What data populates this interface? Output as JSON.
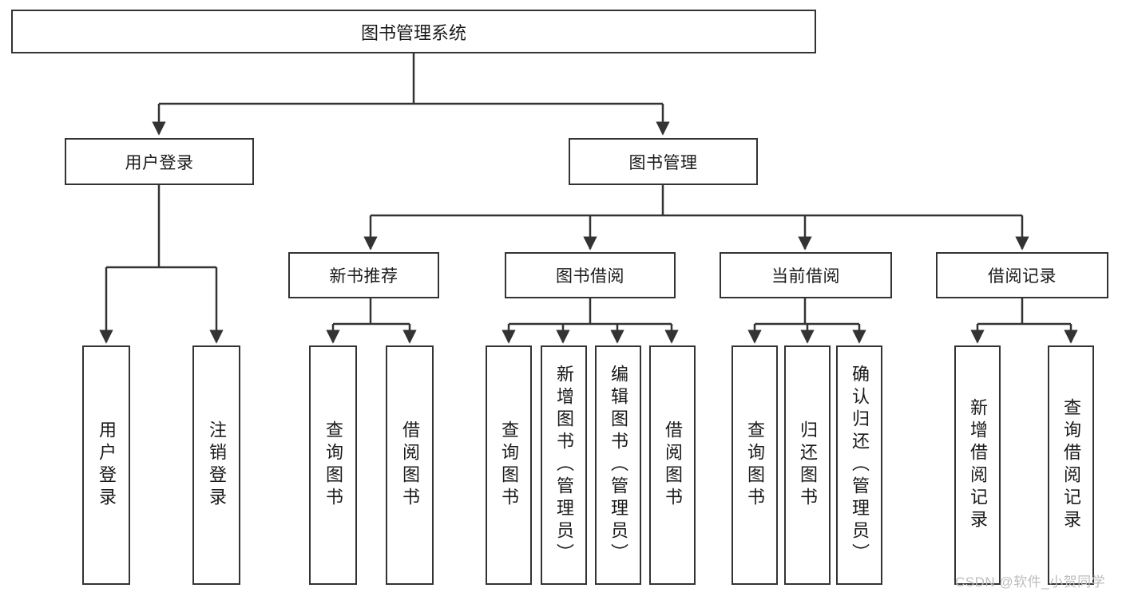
{
  "diagram": {
    "title": "图书管理系统",
    "type": "tree-hierarchy",
    "watermark": "CSDN @软件_小贺同学",
    "colors": {
      "stroke": "#333333",
      "fill": "#ffffff",
      "text": "#1a1a1a",
      "watermark": "#bdbdbd"
    },
    "nodes": {
      "root": {
        "label": "图书管理系统",
        "level": 0
      },
      "l1": [
        {
          "id": "user-login",
          "label": "用户登录"
        },
        {
          "id": "book-manage",
          "label": "图书管理"
        }
      ],
      "l2": [
        {
          "id": "new-book-recommend",
          "label": "新书推荐",
          "parent": "book-manage"
        },
        {
          "id": "book-borrow",
          "label": "图书借阅",
          "parent": "book-manage"
        },
        {
          "id": "current-borrow",
          "label": "当前借阅",
          "parent": "book-manage"
        },
        {
          "id": "borrow-record",
          "label": "借阅记录",
          "parent": "book-manage"
        }
      ],
      "leaves": [
        {
          "id": "leaf-user-login",
          "label": "用户登录",
          "parent": "user-login"
        },
        {
          "id": "leaf-logout",
          "label": "注销登录",
          "parent": "user-login"
        },
        {
          "id": "leaf-query-book-1",
          "label": "查询图书",
          "parent": "new-book-recommend"
        },
        {
          "id": "leaf-borrow-book-1",
          "label": "借阅图书",
          "parent": "new-book-recommend"
        },
        {
          "id": "leaf-query-book-2",
          "label": "查询图书",
          "parent": "book-borrow"
        },
        {
          "id": "leaf-add-book",
          "label": "新增图书（管理员）",
          "parent": "book-borrow"
        },
        {
          "id": "leaf-edit-book",
          "label": "编辑图书（管理员）",
          "parent": "book-borrow"
        },
        {
          "id": "leaf-borrow-book-2",
          "label": "借阅图书",
          "parent": "book-borrow"
        },
        {
          "id": "leaf-query-book-3",
          "label": "查询图书",
          "parent": "current-borrow"
        },
        {
          "id": "leaf-return-book",
          "label": "归还图书",
          "parent": "current-borrow"
        },
        {
          "id": "leaf-confirm-return",
          "label": "确认归还（管理员）",
          "parent": "current-borrow"
        },
        {
          "id": "leaf-add-record",
          "label": "新增借阅记录",
          "parent": "borrow-record"
        },
        {
          "id": "leaf-query-record",
          "label": "查询借阅记录",
          "parent": "borrow-record"
        }
      ]
    }
  }
}
